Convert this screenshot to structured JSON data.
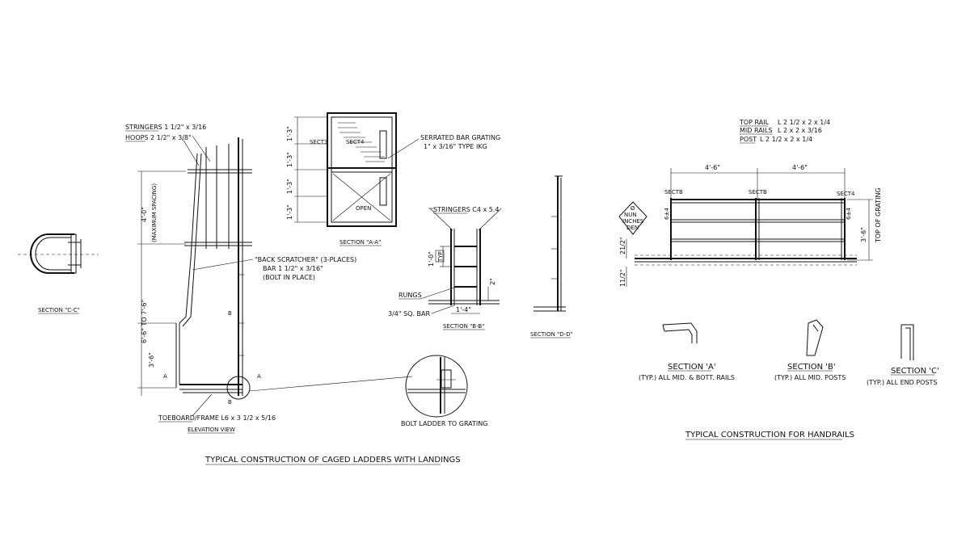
{
  "section_cc": {
    "label": "SECTION \"C-C\""
  },
  "elevation": {
    "stringers": "STRINGERS 1 1/2\" x 3/16",
    "hoops": "HOOPS 2 1/2\" x 3/8\"",
    "dim_4ft": "4'-0\"",
    "dim_max_spacing": "(MAXIMUM SPACING)",
    "dim_range": "6'-6\" TO 7'-6\"",
    "dim_3_6": "3'-6\"",
    "back_scratcher_1": "\"BACK SCRATCHER\" (3-PLACES)",
    "back_scratcher_2": "BAR 1 1/2\" x 3/16\"",
    "back_scratcher_3": "(BOLT IN PLACE)",
    "toeboard": "TOEBOARD/FRAME L6 x 3 1/2 x 5/16",
    "label": "ELEVATION VIEW",
    "mark_a": "A",
    "mark_b": "B"
  },
  "section_aa": {
    "dim_1_3": "1'-3\"",
    "sect3": "SECT3",
    "sect4": "SECT4",
    "open": "OPEN",
    "grating_1": "SERRATED BAR GRATING",
    "grating_2": "1\" x 3/16\" TYPE IKG",
    "label": "SECTION \"A-A\""
  },
  "section_bb": {
    "stringers": "STRINGERS C4 x 5.4",
    "dim_1_0": "1'-0\"",
    "typ": "TYP",
    "dim_2": "2\"",
    "rungs": "RUNGS",
    "sq_bar": "3/4\" SQ. BAR",
    "dim_1_4": "1'-4\"",
    "label": "SECTION \"B-B\""
  },
  "section_dd": {
    "label": "SECTION \"D-D\""
  },
  "detail": {
    "label": "BOLT LADDER TO GRATING"
  },
  "ladder_title": "TYPICAL CONSTRUCTION OF CAGED LADDERS WITH LANDINGS",
  "handrail": {
    "top_rail": "TOP RAIL",
    "top_rail_size": "L 2 1/2 x 2 x 1/4",
    "mid_rails": "MID RAILS",
    "mid_rails_size": "L 2 x 2 x 3/16",
    "post": "POST",
    "post_size": "L 2 1/2 x 2 x 1/4",
    "dim_4_6": "4'-6\"",
    "sect_b": "SECTB",
    "sect_4": "SECT4",
    "dim_3_6": "3'-6\"",
    "top_of_grating": "TOP OF GRATING",
    "dim_21_2": "21/2\"",
    "dim_1_1_2": "11/2\"",
    "dim_side_1": "6±4",
    "dim_side_2": "6±4",
    "diamond_1": "Ø",
    "diamond_2": "NUN",
    "diamond_3": "INCHES",
    "diamond_4": "DEN"
  },
  "hr_section_a": {
    "label": "SECTION 'A'",
    "note": "(TYP.) ALL MID. & BOTT. RAILS"
  },
  "hr_section_b": {
    "label": "SECTION 'B'",
    "note": "(TYP.) ALL MID. POSTS"
  },
  "hr_section_c": {
    "label": "SECTION 'C'",
    "note": "(TYP.) ALL END POSTS"
  },
  "handrail_title": "TYPICAL CONSTRUCTION FOR HANDRAILS"
}
